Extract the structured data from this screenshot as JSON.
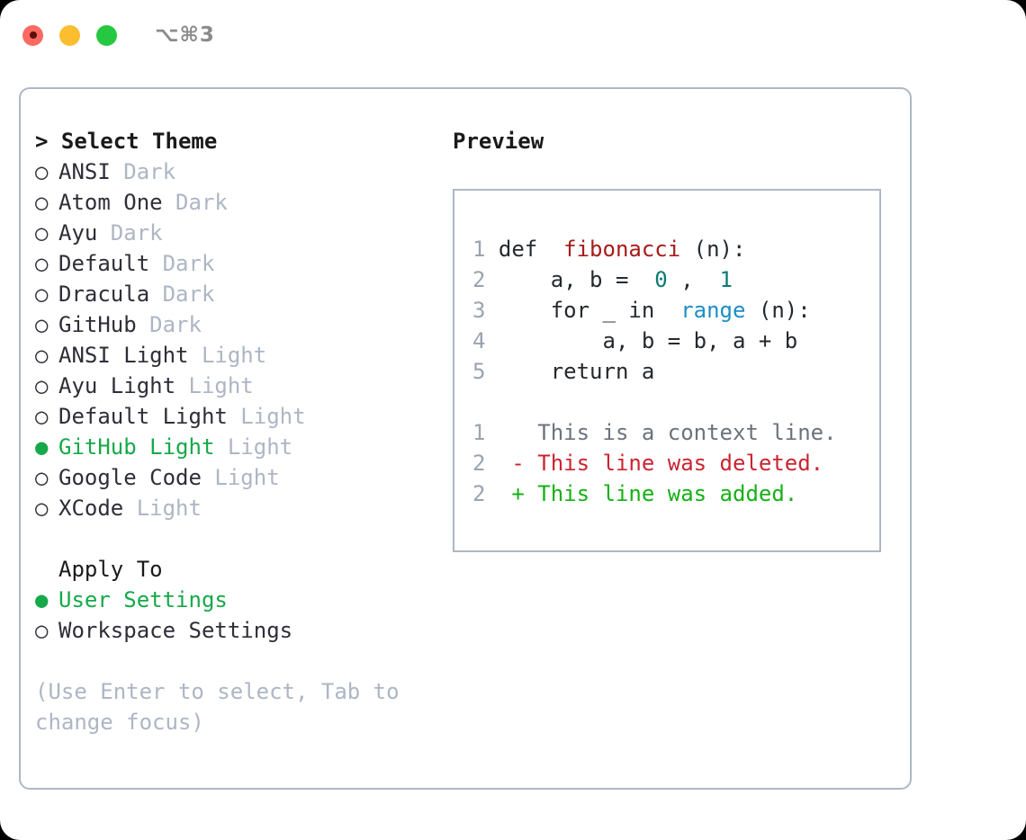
{
  "titlebar": {
    "shortcut": "⌥⌘3",
    "buttons": [
      {
        "name": "close",
        "color": "#fa6a62"
      },
      {
        "name": "minimize",
        "color": "#fcbd2e"
      },
      {
        "name": "maximize",
        "color": "#26c841"
      }
    ]
  },
  "left": {
    "header": "> Select Theme",
    "themes": [
      {
        "marker": "○",
        "label": "ANSI",
        "tag": "Dark",
        "selected": false
      },
      {
        "marker": "○",
        "label": "Atom One",
        "tag": "Dark",
        "selected": false
      },
      {
        "marker": "○",
        "label": "Ayu",
        "tag": "Dark",
        "selected": false
      },
      {
        "marker": "○",
        "label": "Default",
        "tag": "Dark",
        "selected": false
      },
      {
        "marker": "○",
        "label": "Dracula",
        "tag": "Dark",
        "selected": false
      },
      {
        "marker": "○",
        "label": "GitHub",
        "tag": "Dark",
        "selected": false
      },
      {
        "marker": "○",
        "label": "ANSI Light",
        "tag": "Light",
        "selected": false
      },
      {
        "marker": "○",
        "label": "Ayu Light",
        "tag": "Light",
        "selected": false
      },
      {
        "marker": "○",
        "label": "Default Light",
        "tag": "Light",
        "selected": false
      },
      {
        "marker": "●",
        "label": "GitHub Light",
        "tag": "Light",
        "selected": true
      },
      {
        "marker": "○",
        "label": "Google Code",
        "tag": "Light",
        "selected": false
      },
      {
        "marker": "○",
        "label": "XCode",
        "tag": "Light",
        "selected": false
      }
    ],
    "apply_to_header": "Apply To",
    "apply_to_options": [
      {
        "marker": "●",
        "label": "User Settings",
        "selected": true
      },
      {
        "marker": "○",
        "label": "Workspace Settings",
        "selected": false
      }
    ],
    "help_text": "(Use Enter to select, Tab to change focus)"
  },
  "right": {
    "title": "Preview",
    "code_lines": [
      {
        "num": "1",
        "spans": [
          {
            "t": "def ",
            "c": "code-text"
          },
          {
            "t": "fibonacci",
            "c": "tok-fn"
          },
          {
            "t": "(n):",
            "c": "code-text"
          }
        ]
      },
      {
        "num": "2",
        "spans": [
          {
            "t": "    a, b = ",
            "c": "code-text"
          },
          {
            "t": "0",
            "c": "tok-num"
          },
          {
            "t": ", ",
            "c": "code-text"
          },
          {
            "t": "1",
            "c": "tok-num"
          }
        ]
      },
      {
        "num": "3",
        "spans": [
          {
            "t": "    for _ in ",
            "c": "code-text"
          },
          {
            "t": "range",
            "c": "tok-call"
          },
          {
            "t": "(n):",
            "c": "code-text"
          }
        ]
      },
      {
        "num": "4",
        "spans": [
          {
            "t": "        a, b = b, a + b",
            "c": "code-text"
          }
        ]
      },
      {
        "num": "5",
        "spans": [
          {
            "t": "    return a",
            "c": "code-text"
          }
        ]
      },
      {
        "num": "",
        "spans": [
          {
            "t": "",
            "c": "code-text"
          }
        ]
      },
      {
        "num": "1",
        "spans": [
          {
            "t": "   This is a context line.",
            "c": "diff-ctx"
          }
        ]
      },
      {
        "num": "2",
        "spans": [
          {
            "t": " - This line was deleted.",
            "c": "diff-del"
          }
        ]
      },
      {
        "num": "2",
        "spans": [
          {
            "t": " + This line was added.",
            "c": "diff-add"
          }
        ]
      }
    ]
  },
  "colors": {
    "accent_green": "#17a84a",
    "border": "#aeb8c4",
    "muted": "#adb6c4",
    "text": "#2e2e38",
    "diff_add": "#16b016",
    "diff_del": "#cb2431",
    "syntax_function": "#a61b1b",
    "syntax_number": "#0b7a75",
    "syntax_call": "#1c8fc4"
  }
}
